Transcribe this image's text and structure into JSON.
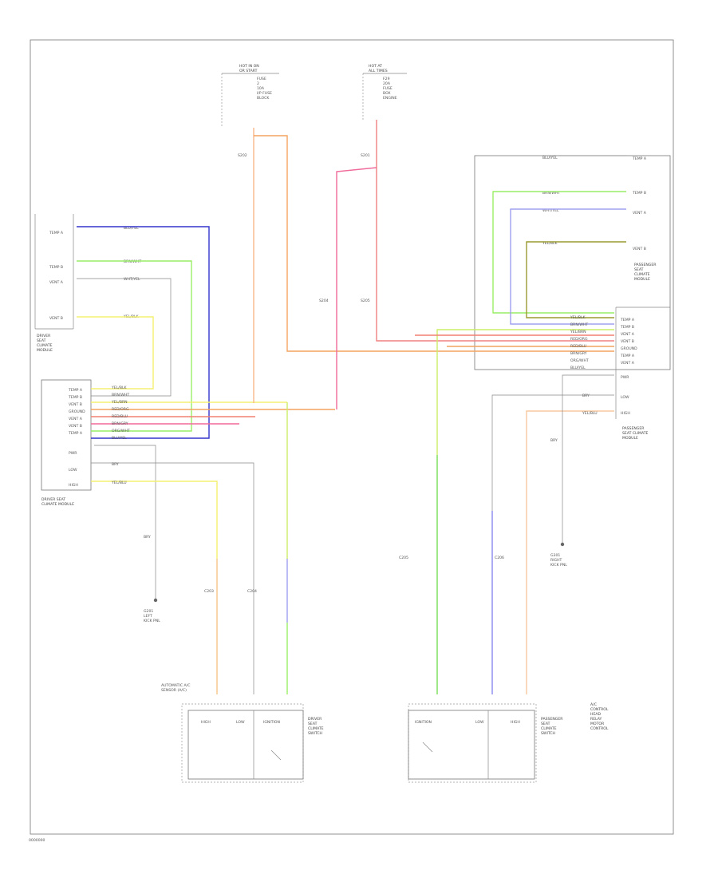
{
  "footer": {
    "code": "0000000"
  },
  "fuses": [
    {
      "id": "fuse-left",
      "header": "HOT IN ON",
      "sub": "OR START",
      "desc": [
        "FUSE",
        "2",
        "10A",
        "I/P FUSE",
        "BLOCK"
      ]
    },
    {
      "id": "fuse-right",
      "header": "HOT AT",
      "sub": "ALL TIMES",
      "desc": [
        "F29",
        "20A",
        "FUSE",
        "BOX",
        "ENGINE"
      ]
    }
  ],
  "left_module": {
    "name_lines": [
      "DRIVER",
      "SEAT",
      "CLIMATE",
      "MODULE"
    ],
    "pins": [
      "TEMP A",
      "TEMP B",
      "VENT A",
      "VENT B"
    ],
    "wire_labels": [
      "BLU/YEL",
      "BRN/WHT",
      "WHT/YEL",
      "YEL/BLK"
    ]
  },
  "right_module": {
    "name_lines": [
      "PASSENGER",
      "SEAT",
      "CLIMATE",
      "MODULE"
    ],
    "pins": [
      "TEMP A",
      "TEMP B",
      "VENT A",
      "VENT B"
    ],
    "wire_labels": [
      "BLU/YEL",
      "BRN/WHT",
      "WHT/YEL",
      "YEL/BLK"
    ]
  },
  "driver_cm": {
    "name_lines": [
      "DRIVER SEAT",
      "CLIMATE MODULE"
    ],
    "pins": [
      "TEMP A",
      "TEMP B",
      "VENT B",
      "GROUND",
      "VENT A",
      "VENT B",
      "TEMP A",
      "PWR",
      "LOW",
      "HIGH"
    ],
    "wire_labels": [
      "YEL/BLK",
      "BRN/WHT",
      "YEL/BRN",
      "RED/ORG",
      "RED/BLU",
      "BRN/GRY",
      "ORG/WHT",
      "BLU/YEL",
      "BRY",
      "BRY",
      "YEL/BLU"
    ]
  },
  "passenger_cm": {
    "name_lines": [
      "PASSENGER",
      "SEAT CLIMATE",
      "MODULE"
    ],
    "pins": [
      "TEMP A",
      "TEMP B",
      "VENT A",
      "VENT B",
      "GROUND",
      "TEMP A",
      "VENT A",
      "PWR",
      "LOW",
      "HIGH"
    ],
    "wire_labels": [
      "YEL/BLK",
      "BRN/WHT",
      "YEL/BRN",
      "RED/ORG",
      "RED/BLU",
      "BRN/GRY",
      "ORG/WHT",
      "BLU/YEL",
      "BRY",
      "BRY",
      "YEL/BLU"
    ]
  },
  "splices": [
    "S202",
    "S201",
    "S204",
    "S205",
    "C203",
    "C204",
    "C205",
    "C206"
  ],
  "grounds": [
    {
      "id": "g-left",
      "lines": [
        "G201",
        "LEFT",
        "KICK PNL"
      ]
    },
    {
      "id": "g-right",
      "lines": [
        "G301",
        "RIGHT",
        "KICK PNL"
      ]
    }
  ],
  "switches": {
    "driver": {
      "name_lines": [
        "DRIVER",
        "SEAT",
        "CLIMATE",
        "SWITCH"
      ],
      "labels": [
        "HIGH",
        "LOW",
        "IGNITION"
      ]
    },
    "passenger": {
      "name_lines": [
        "PASSENGER",
        "SEAT",
        "CLIMATE",
        "SWITCH"
      ],
      "labels": [
        "IGNITION",
        "LOW",
        "HIGH"
      ]
    },
    "control_lines": [
      "A/C",
      "CONTROL",
      "HEAD",
      "RELAY",
      "MOTOR",
      "CONTROL"
    ]
  },
  "side_notes": {
    "left_low": [
      "AUTOMATIC A/C",
      "SENSOR (A/C)"
    ]
  },
  "colors": {
    "orange": "#f4a460",
    "peach": "#f8b88b",
    "red": "#f08070",
    "pink": "#f06a9a",
    "blue": "#3333cc",
    "lilac": "#a0a0f0",
    "green": "#77dd55",
    "lime": "#ccee66",
    "yellow": "#f4f070",
    "olive": "#9a9a30",
    "gray": "#888888"
  }
}
